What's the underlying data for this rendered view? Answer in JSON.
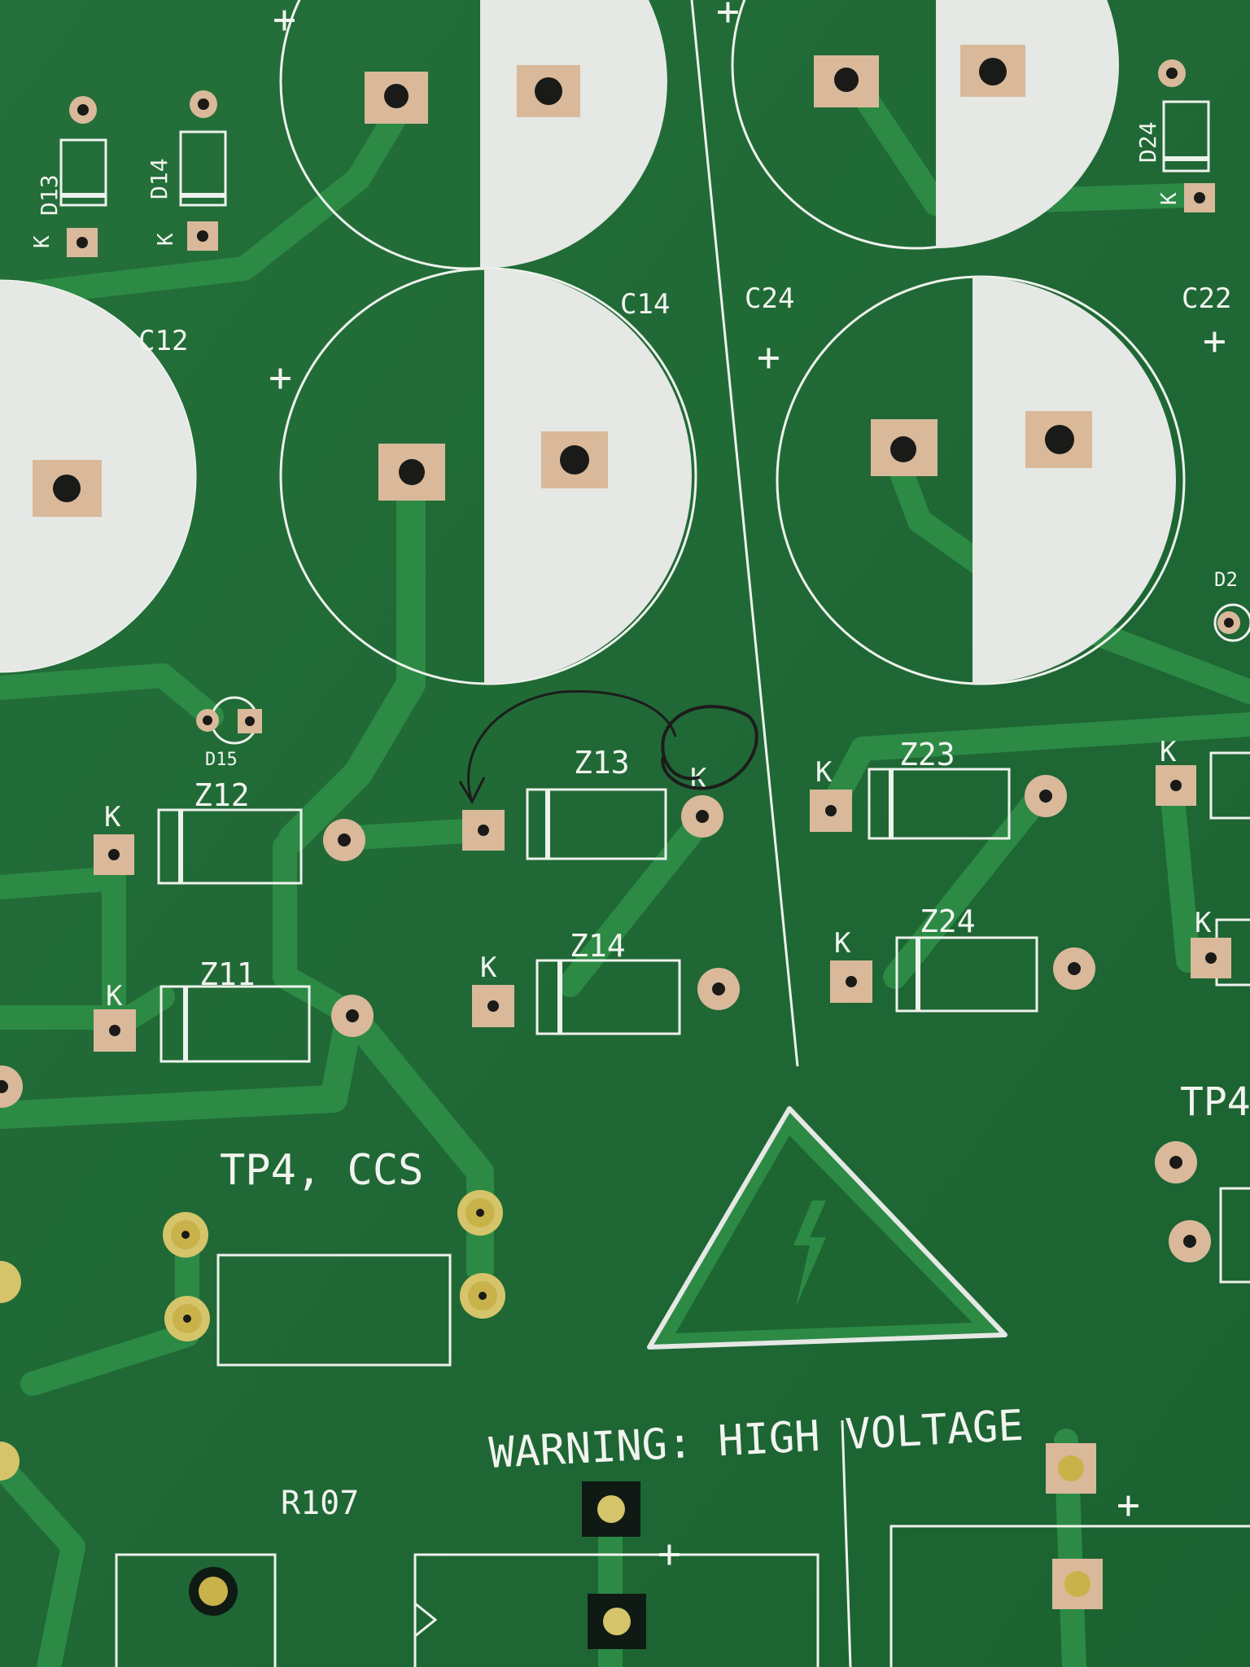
{
  "board": {
    "colors": {
      "mask": "#1f6b35",
      "trace": "#2c8a45",
      "silk": "#eef2ec",
      "copper": "#d9b99a",
      "gold": "#c9b24a",
      "ink": "#1c1c1c"
    }
  },
  "refdes": {
    "c12": "C12",
    "c14": "C14",
    "c24": "C24",
    "c22": "C22",
    "d13": "D13",
    "d14": "D14",
    "d15": "D15",
    "d24": "D24",
    "d2x": "D2",
    "z11": "Z11",
    "z12": "Z12",
    "z13": "Z13",
    "z14": "Z14",
    "z23": "Z23",
    "z24": "Z24",
    "r107": "R107",
    "tp4": "TP4, CCS",
    "tp_right": "TP4",
    "cathode": "K",
    "plus": "+"
  },
  "warning": {
    "text": "WARNING: HIGH VOLTAGE",
    "icon": "high-voltage-icon"
  }
}
